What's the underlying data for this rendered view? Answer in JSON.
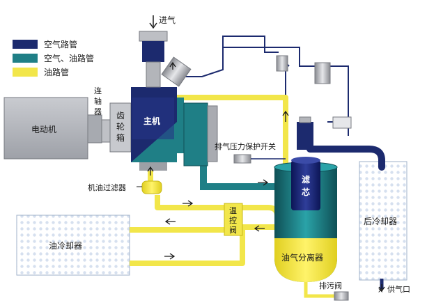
{
  "legend": {
    "air": "空气路管",
    "air_oil": "空气、油路管",
    "oil": "油路管"
  },
  "labels": {
    "intake": "进气",
    "motor": "电动机",
    "coupling": [
      "连",
      "轴",
      "器"
    ],
    "gearbox": [
      "齿",
      "轮",
      "箱"
    ],
    "host": "主机",
    "pressure_switch": "排气压力保护开关",
    "filter_element": [
      "滤",
      "芯"
    ],
    "oil_filter": "机油过滤器",
    "thermo_valve": [
      "温",
      "控",
      "阀"
    ],
    "oil_cooler": "油冷却器",
    "separator": "油气分离器",
    "aftercooler": "后冷却器",
    "drain_valve": "排污阀",
    "air_outlet": "供气口"
  },
  "colors": {
    "air_pipe": "#1c2a6e",
    "air_oil_pipe": "#1f7f86",
    "oil_pipe": "#f2e64a",
    "arrow": "#1a1a1a"
  }
}
